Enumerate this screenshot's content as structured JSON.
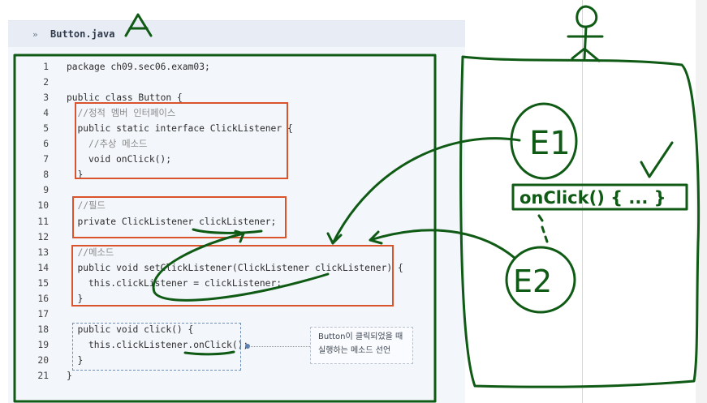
{
  "tab": {
    "glyph": "»",
    "title": "Button.java"
  },
  "code_lines": [
    {
      "num": "1",
      "text": "package ch09.sec06.exam03;",
      "indent": 0,
      "comment": false
    },
    {
      "num": "2",
      "text": "",
      "indent": 0,
      "comment": false
    },
    {
      "num": "3",
      "text": "public class Button {",
      "indent": 0,
      "comment": false
    },
    {
      "num": "4",
      "text": "//정적 멤버 인터페이스",
      "indent": 1,
      "comment": true
    },
    {
      "num": "5",
      "text": "public static interface ClickListener {",
      "indent": 1,
      "comment": false
    },
    {
      "num": "6",
      "text": "//추상 메소드",
      "indent": 2,
      "comment": true
    },
    {
      "num": "7",
      "text": "void onClick();",
      "indent": 2,
      "comment": false
    },
    {
      "num": "8",
      "text": "}",
      "indent": 1,
      "comment": false
    },
    {
      "num": "9",
      "text": "",
      "indent": 0,
      "comment": false
    },
    {
      "num": "10",
      "text": "//필드",
      "indent": 1,
      "comment": true
    },
    {
      "num": "11",
      "text": "private ClickListener clickListener;",
      "indent": 1,
      "comment": false
    },
    {
      "num": "12",
      "text": "",
      "indent": 0,
      "comment": false
    },
    {
      "num": "13",
      "text": "//메소드",
      "indent": 1,
      "comment": true
    },
    {
      "num": "14",
      "text": "public void setClickListener(ClickListener clickListener) {",
      "indent": 1,
      "comment": false
    },
    {
      "num": "15",
      "text": "this.clickListener = clickListener;",
      "indent": 2,
      "comment": false
    },
    {
      "num": "16",
      "text": "}",
      "indent": 1,
      "comment": false
    },
    {
      "num": "17",
      "text": "",
      "indent": 0,
      "comment": false
    },
    {
      "num": "18",
      "text": "public void click() {",
      "indent": 1,
      "comment": false
    },
    {
      "num": "19",
      "text": "this.clickListener.onClick();",
      "indent": 2,
      "comment": false
    },
    {
      "num": "20",
      "text": "}",
      "indent": 1,
      "comment": false
    },
    {
      "num": "21",
      "text": "}",
      "indent": 0,
      "comment": false
    }
  ],
  "callout": {
    "line1": "Button이 클릭되었을 때",
    "line2": "실행하는 메소드 선언"
  },
  "annotations": {
    "label_a": "A",
    "label_e1": "E1",
    "label_e2": "E2",
    "onclick_box": "onClick() { ... }"
  },
  "colors": {
    "ink": "#0f5a14",
    "highlight_box": "#d9542c"
  }
}
